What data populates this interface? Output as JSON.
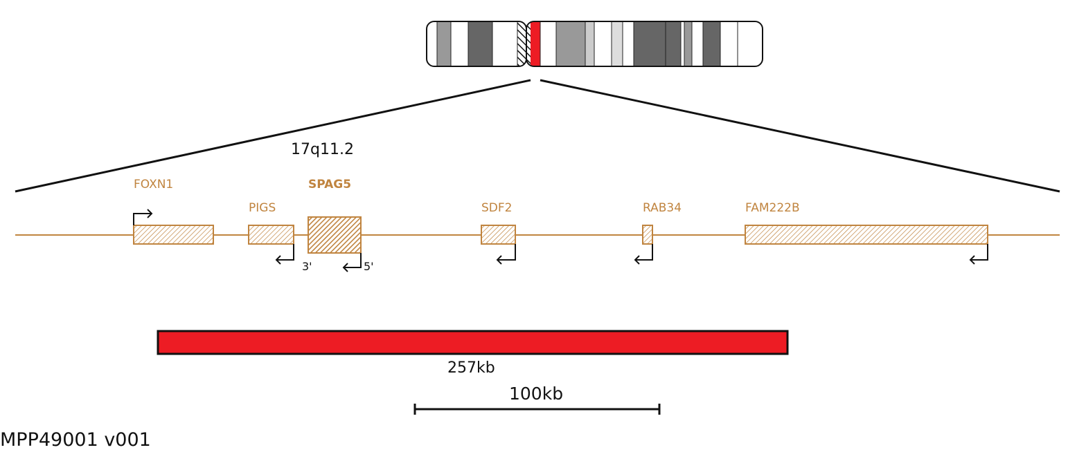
{
  "region": {
    "band": "17q11.2",
    "deletion_size": "257kb",
    "scale_label": "100kb",
    "id_label": "MPP49001 v001"
  },
  "genes": [
    {
      "name": "FOXN1",
      "highlight": false,
      "strand": "+"
    },
    {
      "name": "PIGS",
      "highlight": false,
      "strand": "-"
    },
    {
      "name": "SPAG5",
      "highlight": true,
      "strand": "-",
      "end3_label": "3'",
      "end5_label": "5'"
    },
    {
      "name": "SDF2",
      "highlight": false,
      "strand": "-"
    },
    {
      "name": "RAB34",
      "highlight": false,
      "strand": "-"
    },
    {
      "name": "FAM222B",
      "highlight": false,
      "strand": "-"
    }
  ],
  "colors": {
    "gene": "#c0843f",
    "deletion": "#ed1c24",
    "highlight_band": "#ed1c24",
    "line": "#111111"
  }
}
